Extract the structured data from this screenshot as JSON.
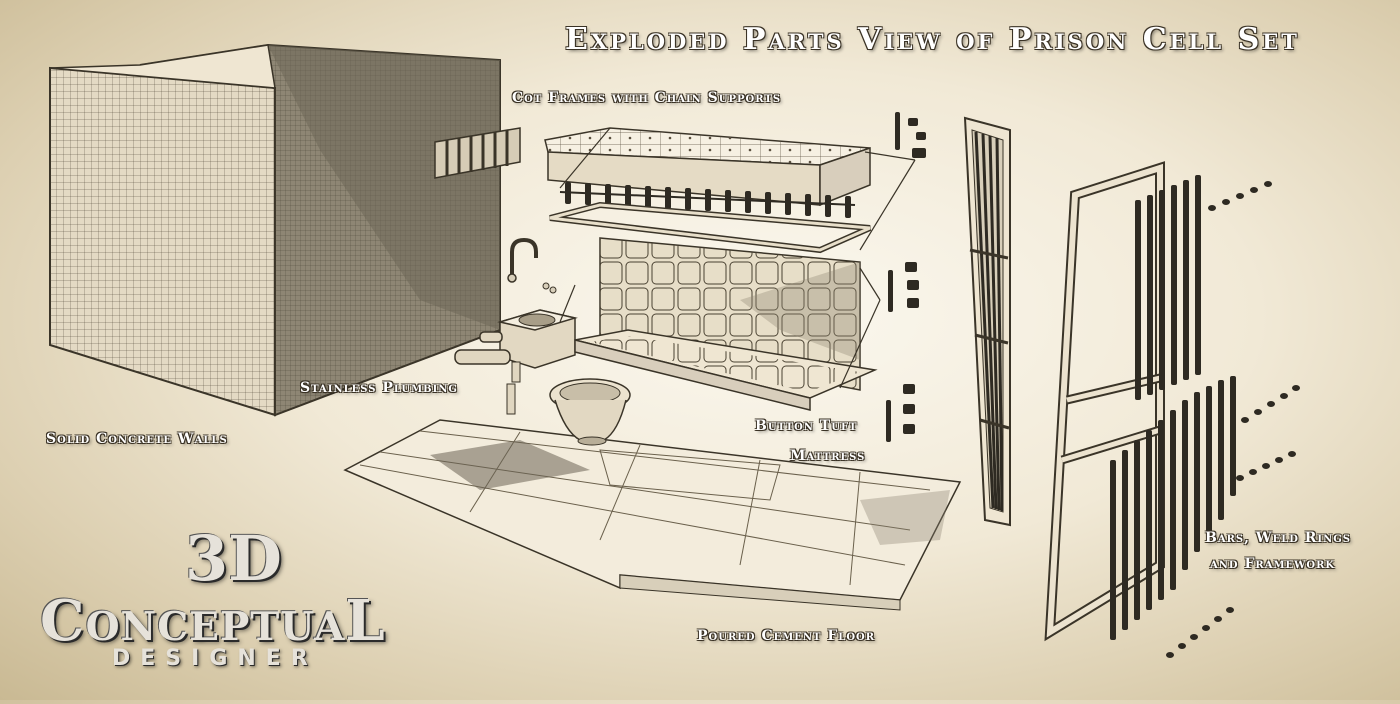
{
  "title": "Exploded Parts View of Prison Cell Set",
  "labels": {
    "cot": "Cot Frames with Chain Supports",
    "plumbing": "Stainless Plumbing",
    "walls": "Solid Concrete Walls",
    "mattress_line1": "Button Tuft",
    "mattress_line2": "Mattress",
    "bars_line1": "Bars, Weld Rings",
    "bars_line2": "and Framework",
    "floor": "Poured Cement Floor"
  },
  "logo": {
    "line1": "3D",
    "line2": "ConceptuaL",
    "line3": "DESIGNER"
  },
  "colors": {
    "sepia_light": "#f1e9d6",
    "sepia_dark": "#c9b993",
    "wireframe": "#3a3428",
    "panel_fill": "#ece3cf"
  }
}
